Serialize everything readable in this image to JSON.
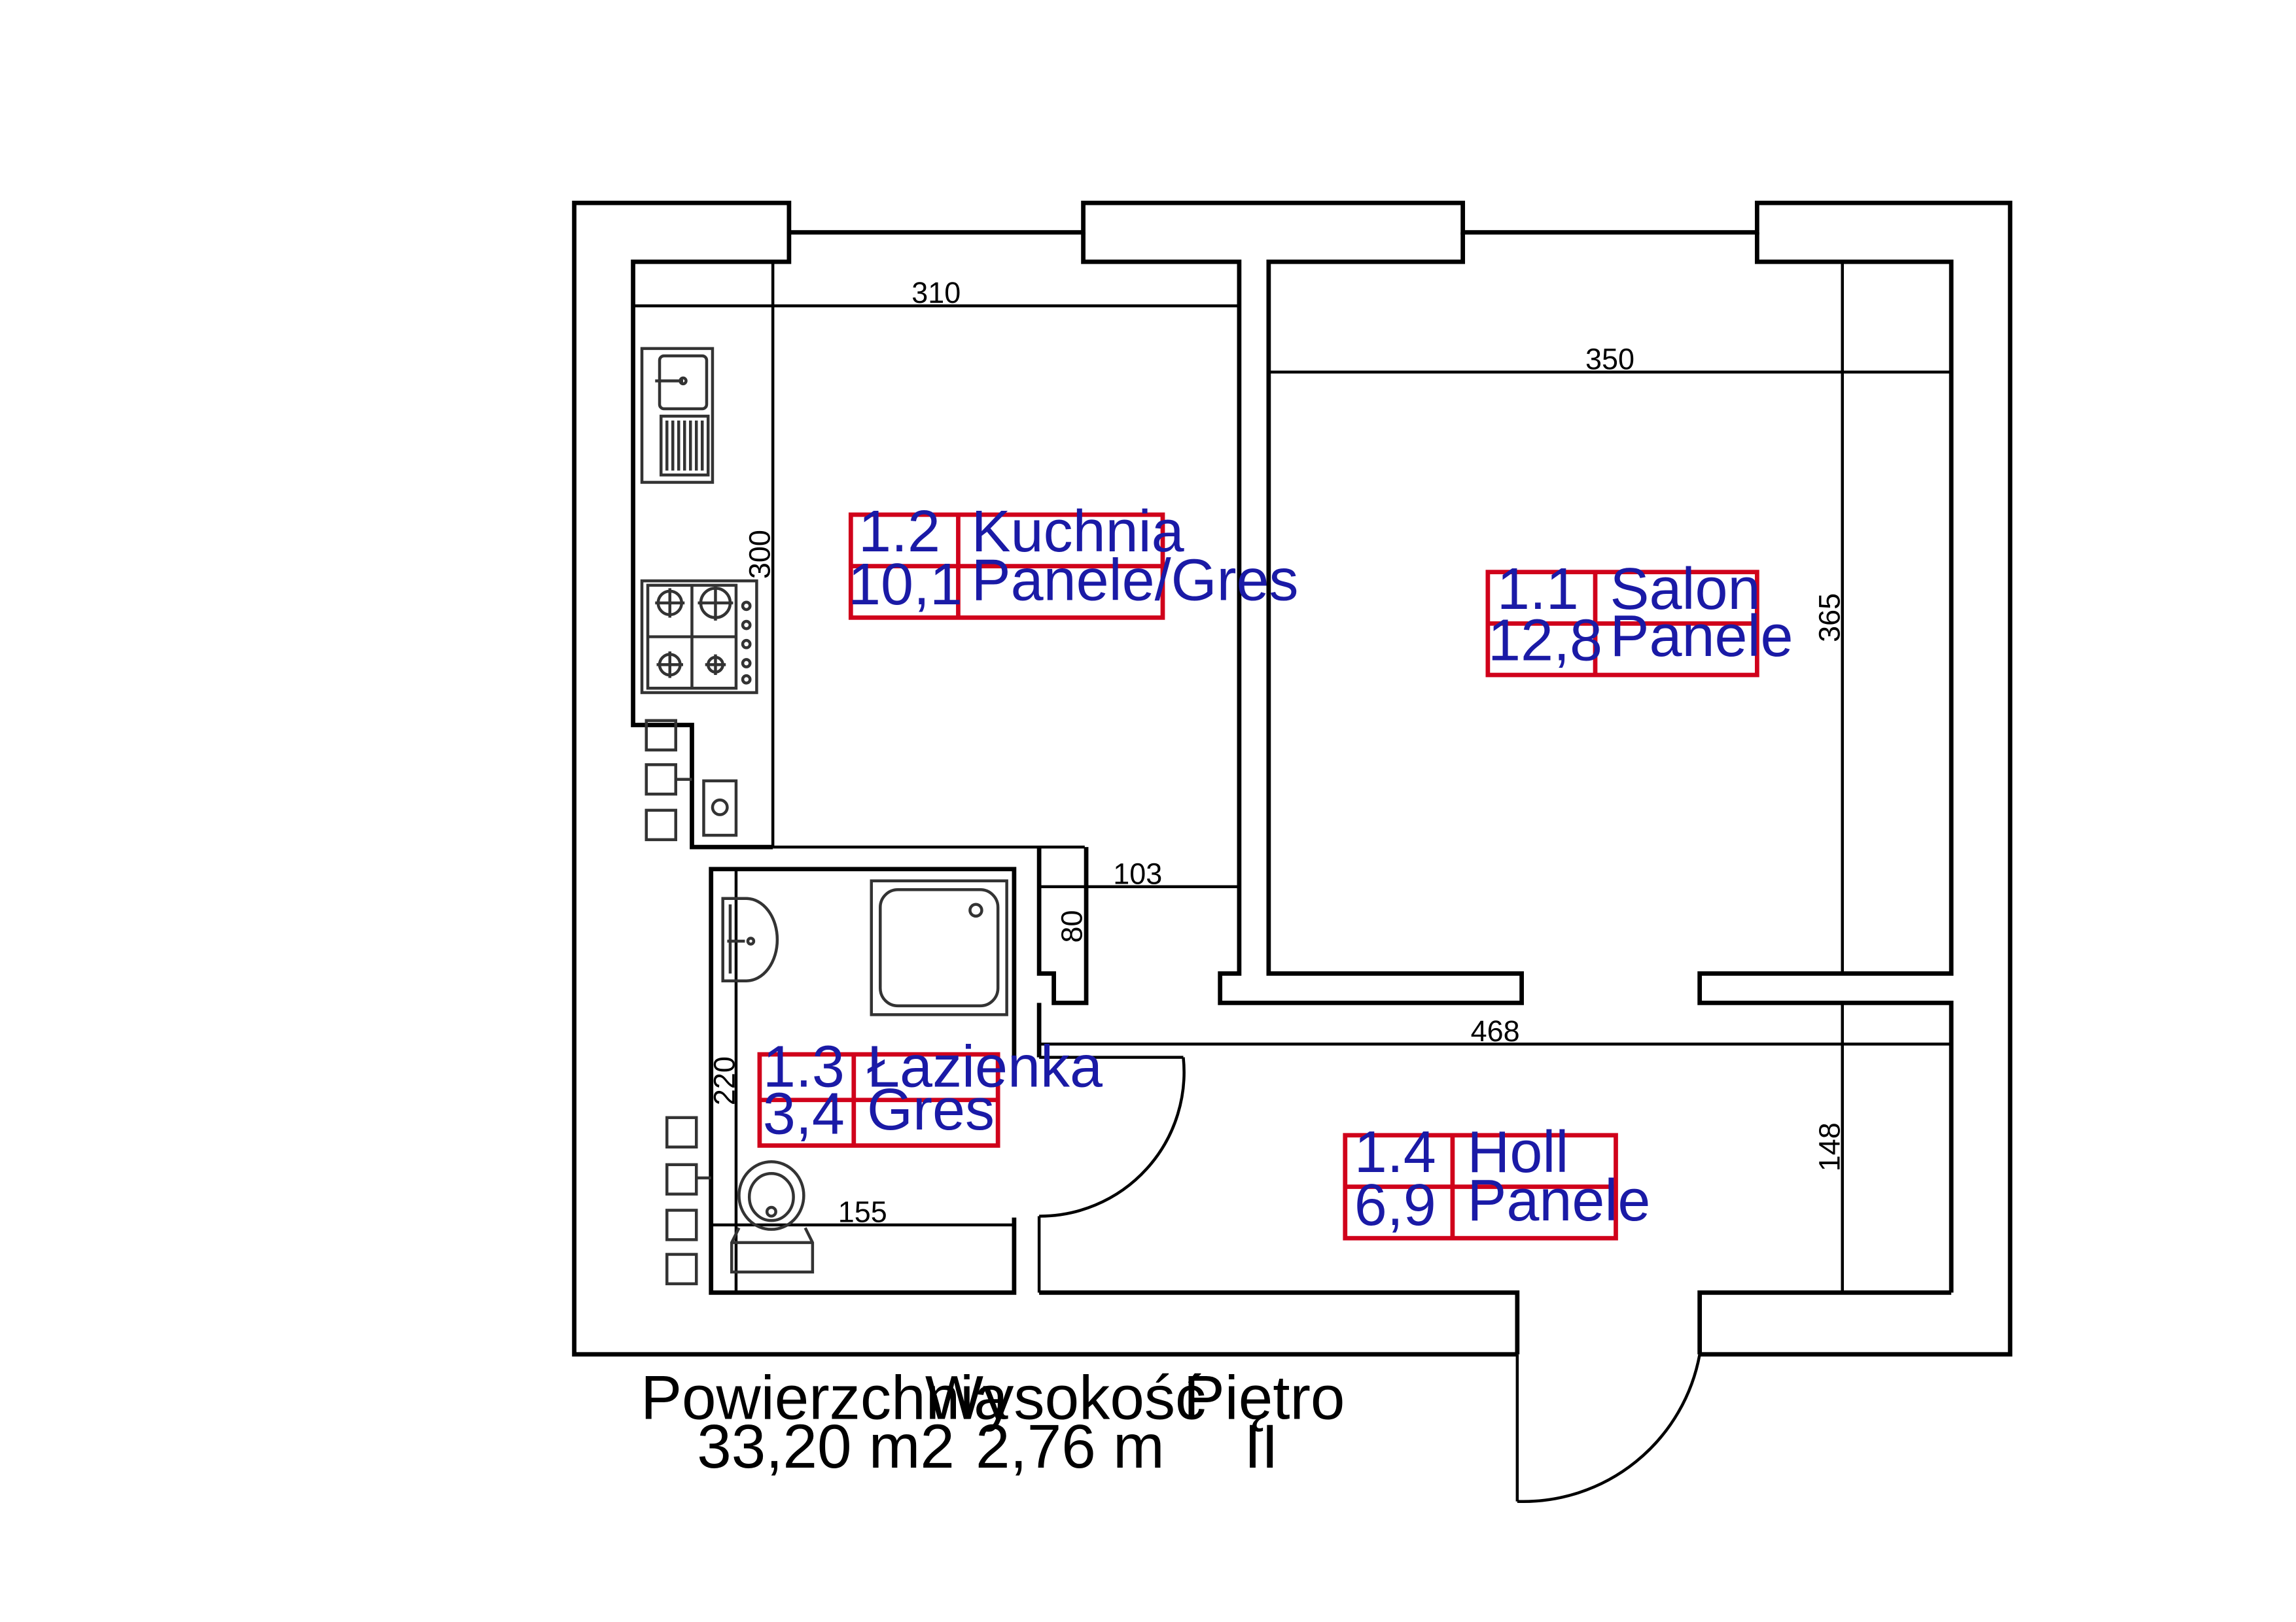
{
  "rooms": [
    {
      "id": "kuchnia",
      "number": "1.2",
      "name": "Kuchnia",
      "area": "10,1",
      "floor": "Panele/Gres"
    },
    {
      "id": "salon",
      "number": "1.1",
      "name": "Salon",
      "area": "12,8",
      "floor": "Panele"
    },
    {
      "id": "lazienka",
      "number": "1.3",
      "name": "Łazienka",
      "area": "3,4",
      "floor": "Gres"
    },
    {
      "id": "holl",
      "number": "1.4",
      "name": "Holl",
      "area": "6,9",
      "floor": "Panele"
    }
  ],
  "dimensions": {
    "kuchnia_width": "310",
    "kuchnia_height": "300",
    "salon_width": "350",
    "salon_height": "365",
    "passage_width": "103",
    "passage_depth": "80",
    "hall_width": "468",
    "hall_height": "148",
    "bath_height": "220",
    "bath_width": "155"
  },
  "footer": {
    "area_label": "Powierzchnia",
    "area_value": "33,20 m2",
    "height_label": "Wysokość",
    "height_value": "2,76 m",
    "floor_label": "Piętro",
    "floor_value": "II"
  },
  "colors": {
    "tag_border": "#d0021b",
    "tag_text": "#1a1aa6",
    "lines": "#000000"
  }
}
